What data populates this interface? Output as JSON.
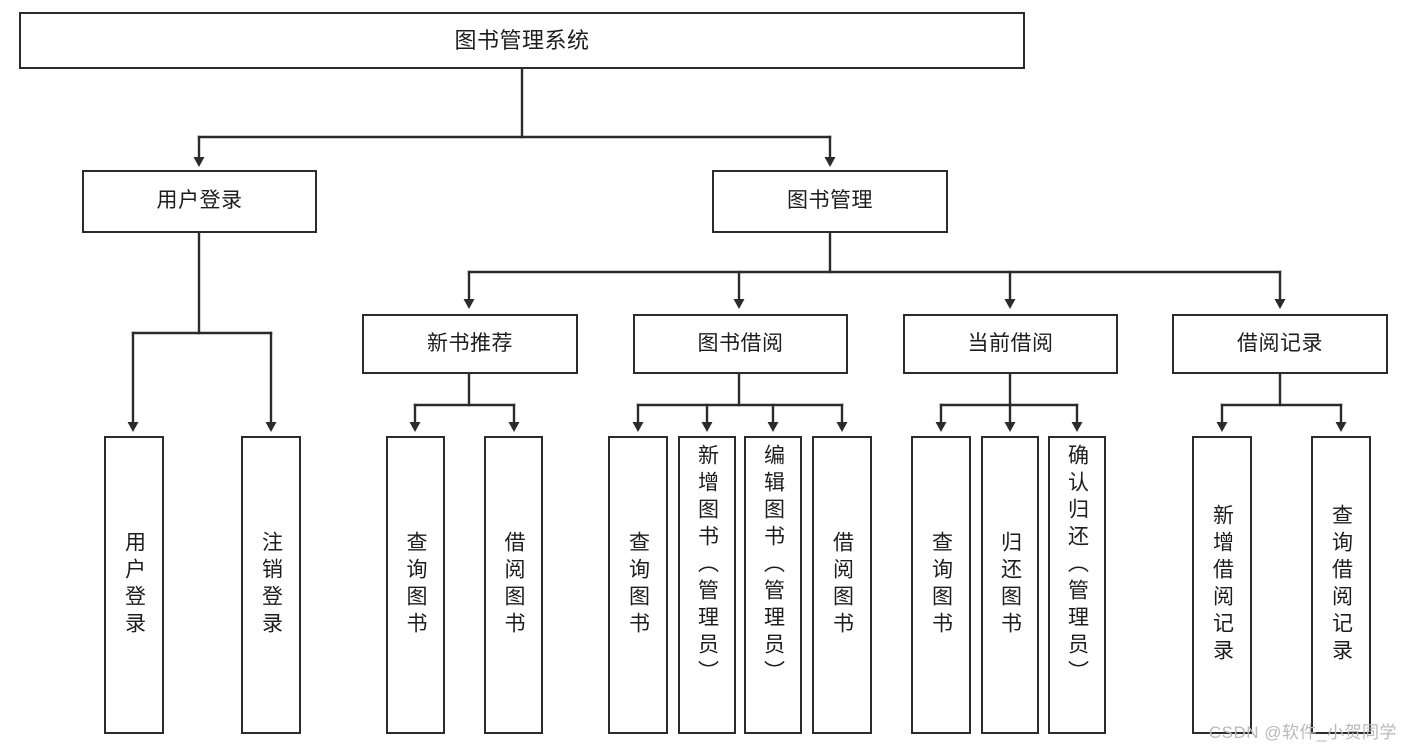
{
  "diagram": {
    "title": "图书管理系统",
    "type": "hierarchy-tree",
    "background_color": "#ffffff",
    "line_color": "#2b2b2b",
    "text_color": "#1d1d1d"
  },
  "root": {
    "label": "图书管理系统"
  },
  "level2": [
    {
      "id": "user-login",
      "label": "用户登录"
    },
    {
      "id": "book-management",
      "label": "图书管理"
    }
  ],
  "level3": [
    {
      "id": "new-book-recommend",
      "label": "新书推荐"
    },
    {
      "id": "book-borrow",
      "label": "图书借阅"
    },
    {
      "id": "current-borrow",
      "label": "当前借阅"
    },
    {
      "id": "borrow-record",
      "label": "借阅记录"
    }
  ],
  "leaves": {
    "user_login": [
      {
        "id": "leaf-user-login",
        "label": "用户登录"
      },
      {
        "id": "leaf-logout-login",
        "label": "注销登录"
      }
    ],
    "new_book_recommend": [
      {
        "id": "leaf-query-book-1",
        "label": "查询图书"
      },
      {
        "id": "leaf-borrow-book-1",
        "label": "借阅图书"
      }
    ],
    "book_borrow": [
      {
        "id": "leaf-query-book-2",
        "label": "查询图书"
      },
      {
        "id": "leaf-add-book",
        "label": "新增图书（管理员）"
      },
      {
        "id": "leaf-edit-book",
        "label": "编辑图书（管理员）"
      },
      {
        "id": "leaf-borrow-book-2",
        "label": "借阅图书"
      }
    ],
    "current_borrow": [
      {
        "id": "leaf-query-book-3",
        "label": "查询图书"
      },
      {
        "id": "leaf-return-book",
        "label": "归还图书"
      },
      {
        "id": "leaf-confirm-return",
        "label": "确认归还（管理员）"
      }
    ],
    "borrow_record": [
      {
        "id": "leaf-add-record",
        "label": "新增借阅记录"
      },
      {
        "id": "leaf-query-record",
        "label": "查询借阅记录"
      }
    ]
  },
  "watermark": {
    "text": "CSDN @软件_小贺同学"
  }
}
